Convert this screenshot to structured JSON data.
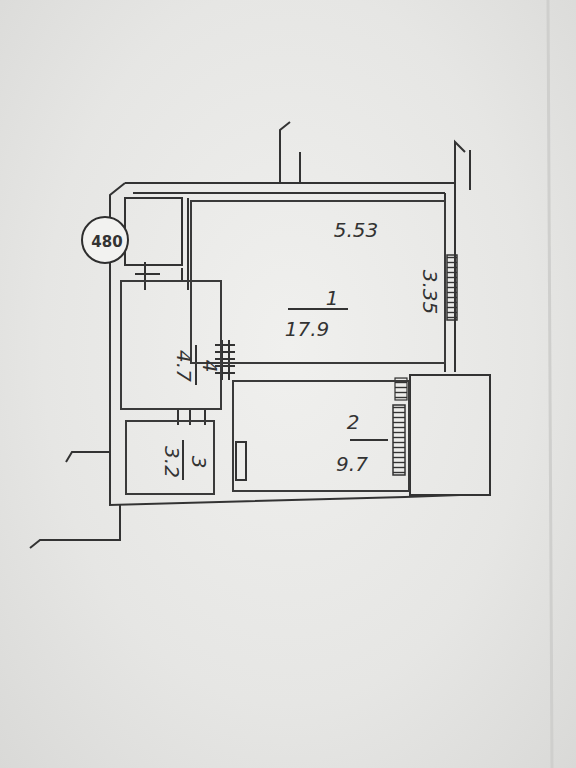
{
  "diagram": {
    "nodes": [
      {
        "text": [
          "480"
        ]
      },
      {
        "text": [
          "1",
          "17.9"
        ]
      },
      {
        "text": [
          "4",
          "4.7"
        ]
      },
      {
        "text": [
          "2",
          "9.7"
        ]
      },
      {
        "text": [
          "3",
          "3.2"
        ]
      }
    ],
    "labels": [
      "5.53",
      "3.35"
    ]
  }
}
